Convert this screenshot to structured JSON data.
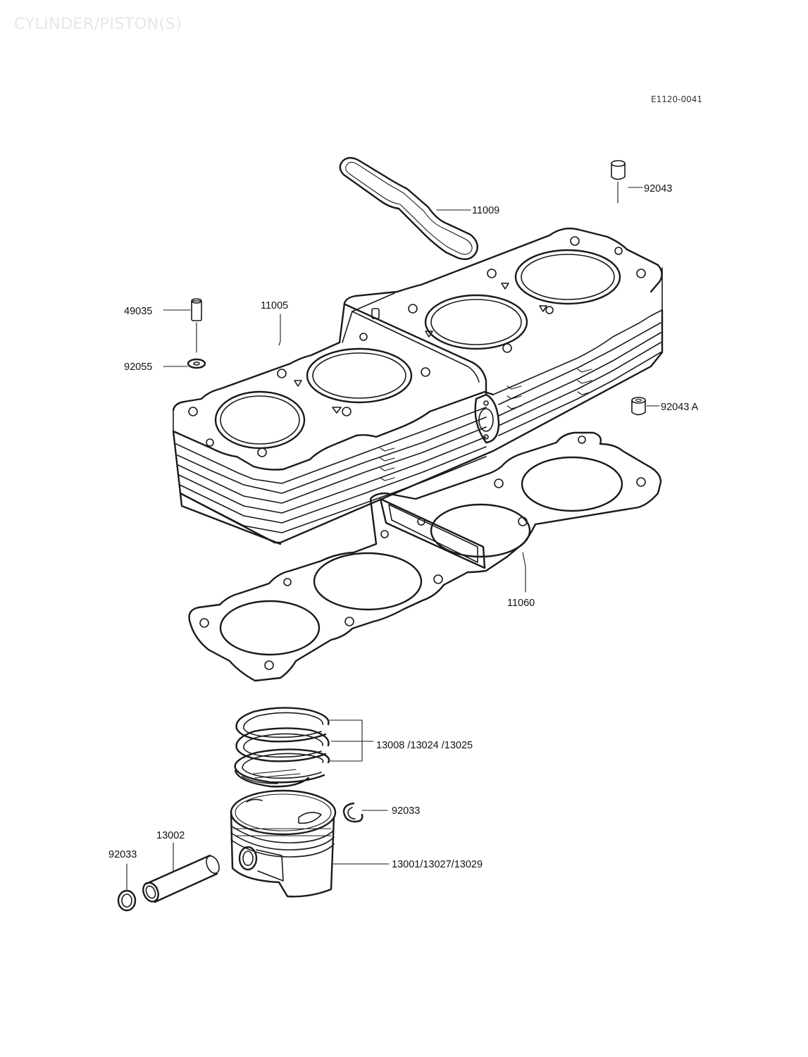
{
  "header": {
    "title": "CYLINDER/PISTON(S)",
    "diagram_code": "E1120-0041"
  },
  "parts": {
    "p11009": "11009",
    "p92043": "92043",
    "p49035": "49035",
    "p11005": "11005",
    "p92055": "92055",
    "p92043a": "92043 A",
    "p11060": "11060",
    "p13008": "13008 /13024 /13025",
    "p92033_right": "92033",
    "p13002": "13002",
    "p92033_left": "92033",
    "p13001": "13001/13027/13029"
  }
}
